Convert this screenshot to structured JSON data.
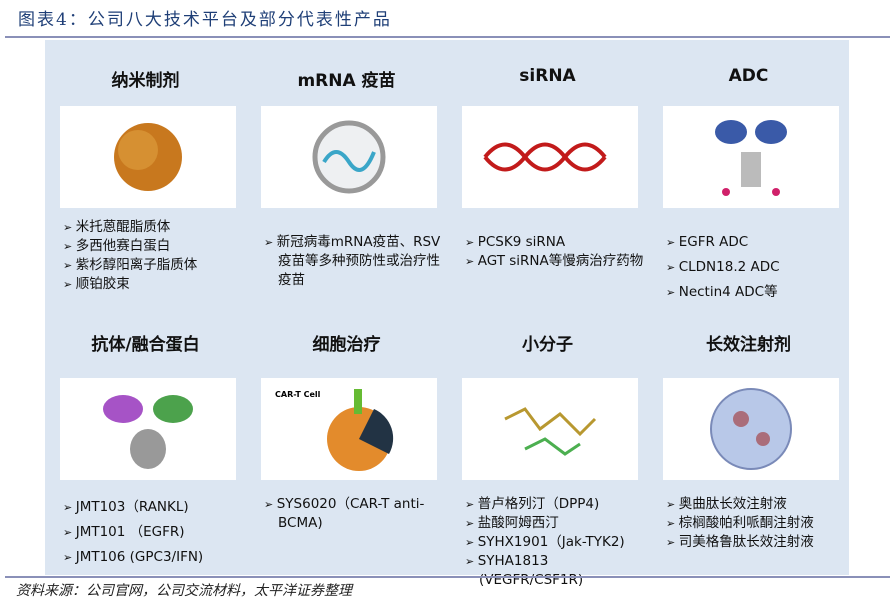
{
  "title": "图表4：公司八大技术平台及部分代表性产品",
  "platforms": [
    {
      "name": "纳米制剂",
      "items": [
        "米托蒽醌脂质体",
        "多西他赛白蛋白",
        "紫杉醇阳离子脂质体",
        "顺铂胶束"
      ]
    },
    {
      "name": "mRNA 疫苗",
      "items": [
        "新冠病毒mRNA疫苗、RSV疫苗等多种预防性或治疗性疫苗"
      ]
    },
    {
      "name": "siRNA",
      "items": [
        "PCSK9 siRNA",
        "AGT siRNA等慢病治疗药物"
      ]
    },
    {
      "name": "ADC",
      "items": [
        "EGFR ADC",
        "CLDN18.2 ADC",
        "Nectin4 ADC等"
      ]
    },
    {
      "name": "抗体/融合蛋白",
      "items": [
        "JMT103（RANKL)",
        "JMT101 （EGFR)",
        "JMT106 (GPC3/IFN)"
      ]
    },
    {
      "name": "细胞治疗",
      "image_label": "CAR-T Cell",
      "items": [
        "SYS6020（CAR-T anti-BCMA)"
      ]
    },
    {
      "name": "小分子",
      "items": [
        "普卢格列汀（DPP4)",
        "盐酸阿姆西汀",
        "SYHX1901（Jak-TYK2)",
        "SYHA1813 (VEGFR/CSF1R)"
      ]
    },
    {
      "name": "长效注射剂",
      "items": [
        "奥曲肽长效注射液",
        "棕榈酸帕利哌酮注射液",
        "司美格鲁肽长效注射液"
      ]
    }
  ],
  "source": "资料来源：公司官网，公司交流材料，太平洋证券整理"
}
